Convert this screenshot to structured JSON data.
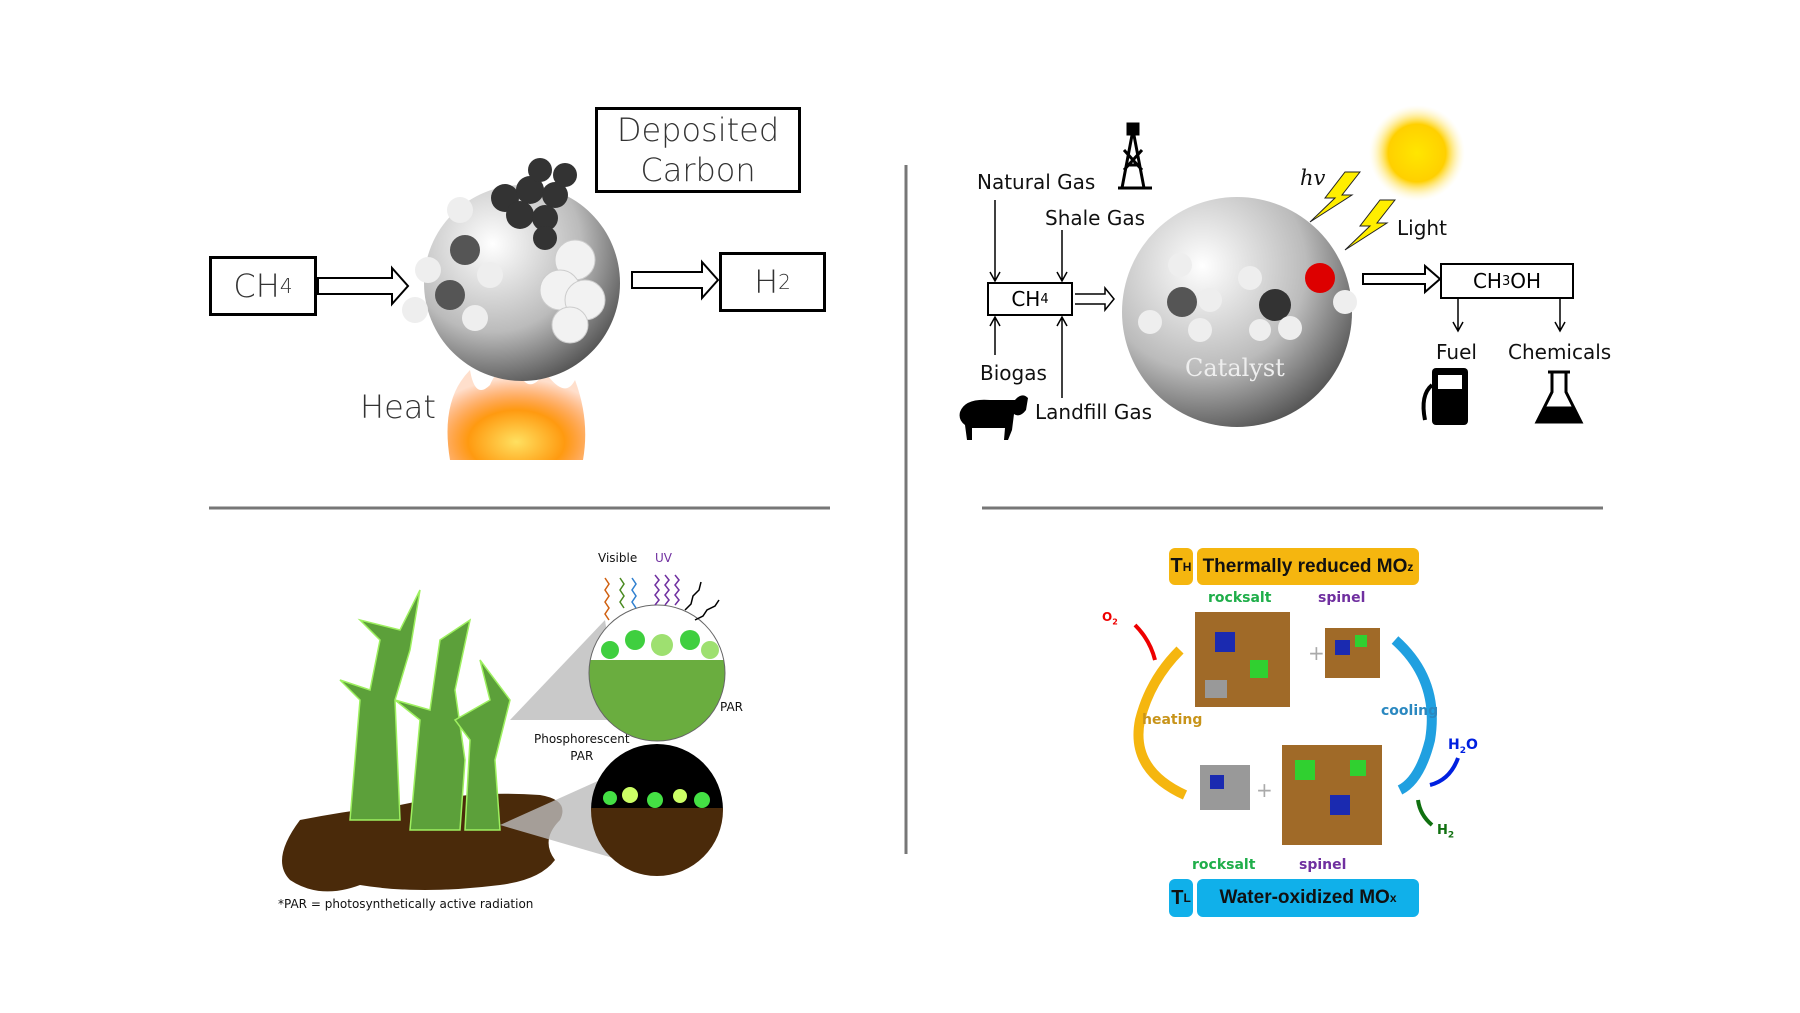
{
  "panel_methane_pyrolysis": {
    "input": "CH",
    "input_sub": "4",
    "output": "H",
    "output_sub": "2",
    "byproduct_line1": "Deposited",
    "byproduct_line2": "Carbon",
    "energy": "Heat"
  },
  "panel_methanol": {
    "sources": [
      "Natural Gas",
      "Shale Gas",
      "Biogas",
      "Landfill Gas"
    ],
    "feed": "CH",
    "feed_sub": "4",
    "catalyst": "Catalyst",
    "photon": "hv",
    "light": "Light",
    "product": "CH",
    "product_sub": "3",
    "product_tail": "OH",
    "uses": [
      "Fuel",
      "Chemicals"
    ]
  },
  "panel_phosphor": {
    "visible": "Visible",
    "uv": "UV",
    "par": "PAR",
    "phosphorescent_line1": "Phosphorescent",
    "phosphorescent_line2": "PAR",
    "footnote": "*PAR = photosynthetically active radiation"
  },
  "panel_thermochemical": {
    "top_T": "T",
    "top_T_sub": "H",
    "top_title": "Thermally reduced MO",
    "top_title_sub": "z",
    "rocksalt_top": "rocksalt",
    "spinel_top": "spinel",
    "o2": "O",
    "o2_sub": "2",
    "heating": "heating",
    "cooling": "cooling",
    "h2o_a": "H",
    "h2o_sub": "2",
    "h2o_b": "O",
    "h2": "H",
    "h2_sub": "2",
    "rocksalt_bottom": "rocksalt",
    "spinel_bottom": "spinel",
    "bottom_T": "T",
    "bottom_T_sub": "L",
    "bottom_title": "Water-oxidized MO",
    "bottom_title_sub": "x",
    "colors": {
      "orange": "#f5b60f",
      "blue": "#10b0ea",
      "rocksalt": "#1fae4a",
      "spinel": "#7030a0"
    }
  }
}
